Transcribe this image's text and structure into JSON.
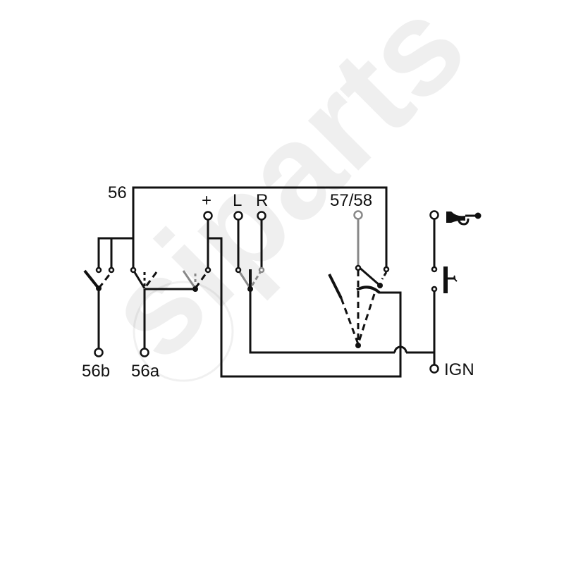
{
  "watermark": "siparts",
  "labels": {
    "t56": "56",
    "t56b": "56b",
    "t56a": "56a",
    "plus": "+",
    "L": "L",
    "R": "R",
    "t5758": "57/58",
    "ign": "IGN"
  },
  "symbols": {
    "horn": "horn-icon",
    "pushbutton": "pushbutton-icon"
  },
  "colors": {
    "wire": "#111111",
    "faded": "#888888"
  }
}
